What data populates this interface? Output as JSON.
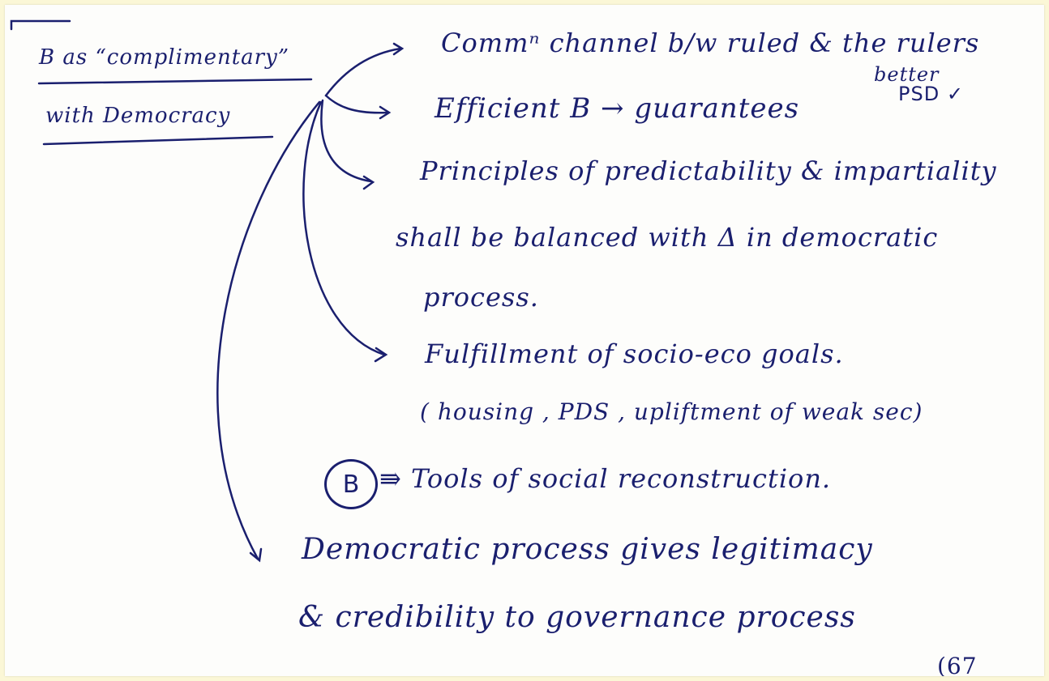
{
  "heading": {
    "line1": "B as “complimentary”",
    "line2": "with Democracy"
  },
  "branches": {
    "comm_channel": "Commⁿ channel b/w ruled & the rulers",
    "efficient_b": "Efficient B → guarantees",
    "better": "better",
    "psd": "PSD ✓",
    "principles": "Principles of predictability & impartiality",
    "balanced": "shall be balanced with Δ in democratic",
    "process": "process.",
    "fulfillment": "Fulfillment of socio-eco goals.",
    "housing": "( housing , PDS , upliftment of weak sec)",
    "circle_letter": "B",
    "tools": "⇛ Tools of social reconstruction.",
    "democratic": "Democratic process gives legitimacy",
    "credibility": "& credibility to governance process"
  },
  "page_number": "(67"
}
